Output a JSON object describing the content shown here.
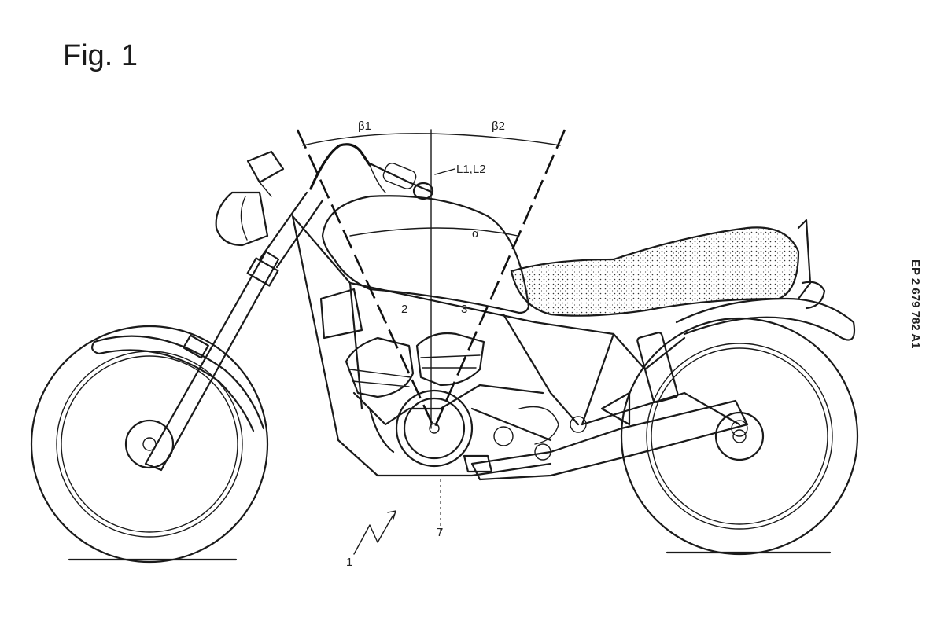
{
  "figure": {
    "title": "Fig. 1",
    "side_text": "EP 2 679 782 A1"
  },
  "labels": {
    "beta1": "β1",
    "beta2": "β2",
    "l1l2": "L1,L2",
    "alpha": "α",
    "cyl_front": "2",
    "cyl_rear": "3",
    "axis_ref": "7",
    "vehicle_ref": "1"
  },
  "colors": {
    "ink": "#1a1a1a",
    "paper": "#ffffff"
  }
}
